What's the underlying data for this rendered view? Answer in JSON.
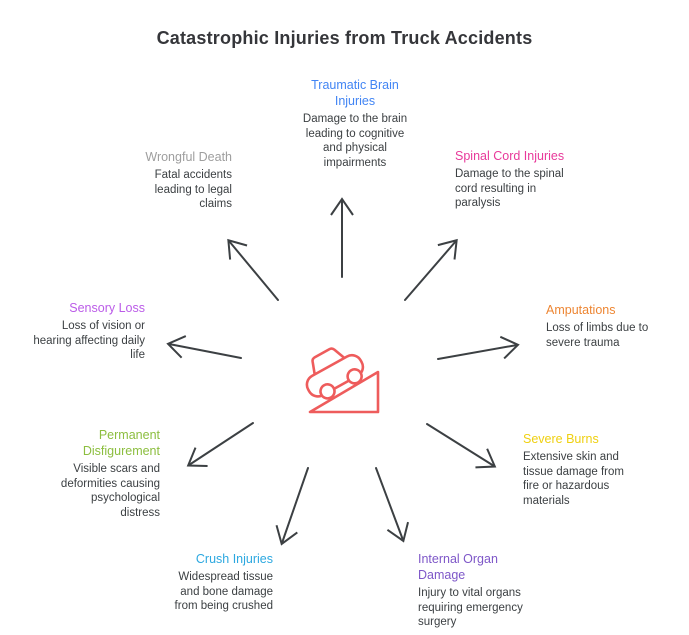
{
  "title": "Catastrophic Injuries from Truck Accidents",
  "center": {
    "icon": "car-sliding-down-slope",
    "color": "#EE5C5C"
  },
  "arrow_color": "#3C4043",
  "items": [
    {
      "id": "traumatic-brain-injuries",
      "label": "Traumatic Brain\nInjuries",
      "description": "Damage to the brain\nleading to cognitive\nand physical\nimpairments",
      "color": "#4285F4"
    },
    {
      "id": "spinal-cord-injuries",
      "label": "Spinal Cord Injuries",
      "description": "Damage to the spinal\ncord resulting in\nparalysis",
      "color": "#E8399A"
    },
    {
      "id": "wrongful-death",
      "label": "Wrongful Death",
      "description": "Fatal accidents\nleading to legal\nclaims",
      "color": "#9E9E9E"
    },
    {
      "id": "sensory-loss",
      "label": "Sensory Loss",
      "description": "Loss of vision or\nhearing affecting daily\nlife",
      "color": "#BB5CE8"
    },
    {
      "id": "amputations",
      "label": "Amputations",
      "description": "Loss of limbs due to\nsevere trauma",
      "color": "#ED8633"
    },
    {
      "id": "permanent-disfigurement",
      "label": "Permanent\nDisfigurement",
      "description": "Visible scars and\ndeformities causing\npsychological\ndistress",
      "color": "#8CBE3F"
    },
    {
      "id": "severe-burns",
      "label": "Severe Burns",
      "description": "Extensive skin and\ntissue damage from\nfire or hazardous\nmaterials",
      "color": "#EFD011"
    },
    {
      "id": "crush-injuries",
      "label": "Crush Injuries",
      "description": "Widespread tissue\nand bone damage\nfrom being crushed",
      "color": "#2CA8E0"
    },
    {
      "id": "internal-organ-damage",
      "label": "Internal Organ\nDamage",
      "description": "Injury to vital organs\nrequiring emergency\nsurgery",
      "color": "#7E57C8"
    }
  ],
  "connections": [
    {
      "from": "center",
      "to": "traumatic-brain-injuries"
    },
    {
      "from": "center",
      "to": "spinal-cord-injuries"
    },
    {
      "from": "center",
      "to": "amputations"
    },
    {
      "from": "center",
      "to": "severe-burns"
    },
    {
      "from": "center",
      "to": "internal-organ-damage"
    },
    {
      "from": "center",
      "to": "crush-injuries"
    },
    {
      "from": "center",
      "to": "permanent-disfigurement"
    },
    {
      "from": "center",
      "to": "sensory-loss"
    },
    {
      "from": "center",
      "to": "wrongful-death"
    }
  ]
}
